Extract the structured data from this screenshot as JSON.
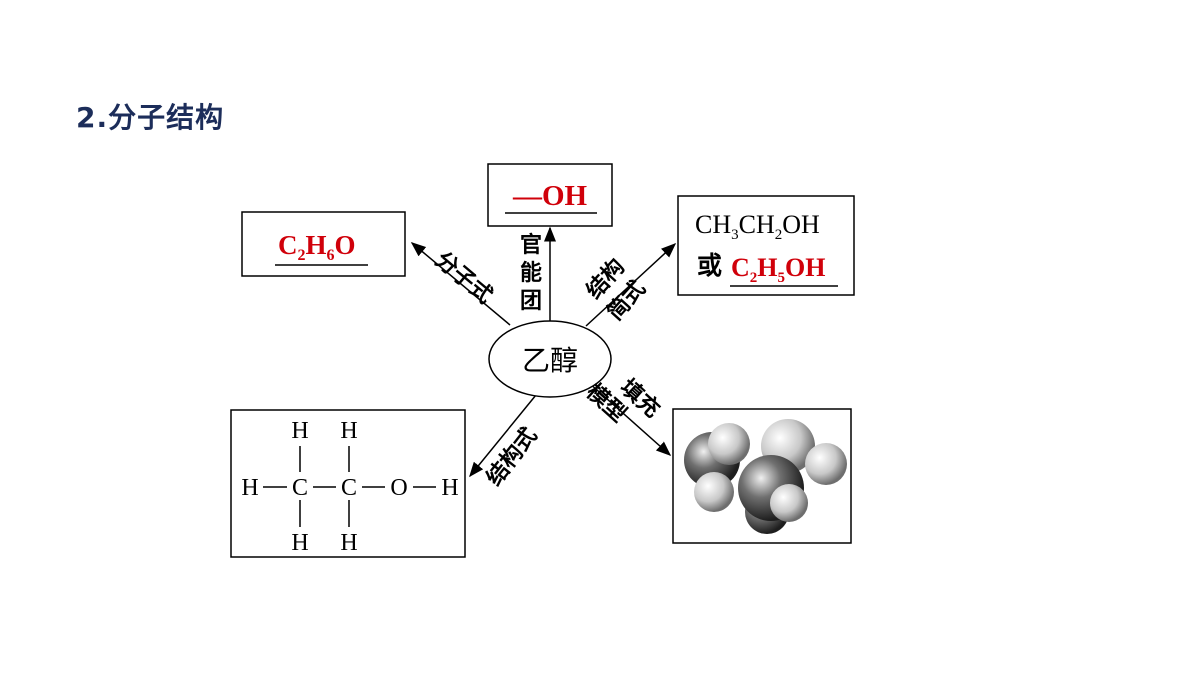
{
  "title": "2.分子结构",
  "center": "乙醇",
  "branches": {
    "formula_label": "分子式",
    "functional_label": "官能团",
    "simple_label_1": "结构",
    "simple_label_2": "简式",
    "structural_label": "结构式",
    "model_label_1": "填充",
    "model_label_2": "模型"
  },
  "answers": {
    "functional_group": "—OH",
    "simple_line1_prefix": "CH",
    "simple_sub1": "3",
    "simple_mid": "CH",
    "simple_sub2": "2",
    "simple_suffix": "OH",
    "simple_or": "或",
    "molecular_C": "C",
    "molecular_sub_C": "2",
    "molecular_H": "H",
    "molecular_sub_H": "6",
    "molecular_O": "O",
    "simple2_C": "C",
    "simple2_sub_C": "2",
    "simple2_H": "H",
    "simple2_sub_H": "5",
    "simple2_OH": "OH"
  },
  "structural_formula": {
    "H": "H",
    "C": "C",
    "O": "O"
  },
  "colors": {
    "title": "#1c2d5a",
    "answer": "#d0000a"
  }
}
